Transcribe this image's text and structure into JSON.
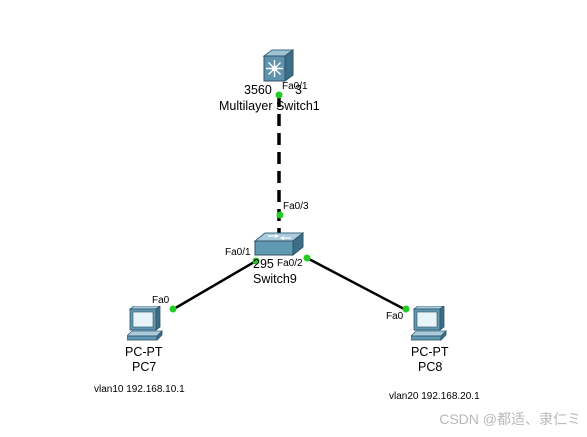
{
  "devices": {
    "multilayer_switch": {
      "model": "3560",
      "model_suffix": "3",
      "name": "Multilayer Switch1",
      "port": "Fa0/1"
    },
    "switch": {
      "model": "295",
      "name": "Switch9",
      "port_up": "Fa0/3",
      "port_left": "Fa0/1",
      "port_right": "Fa0/2"
    },
    "pc7": {
      "type": "PC-PT",
      "name": "PC7",
      "port": "Fa0",
      "note": "vlan10 192.168.10.1"
    },
    "pc8": {
      "type": "PC-PT",
      "name": "PC8",
      "port": "Fa0",
      "note": "vlan20 192.168.20.1"
    }
  },
  "links": [
    {
      "from": "multilayer_switch",
      "to": "switch",
      "style": "dashed",
      "endpoint_color": "green"
    },
    {
      "from": "switch",
      "to": "pc7",
      "style": "solid",
      "endpoint_color": "green"
    },
    {
      "from": "switch",
      "to": "pc8",
      "style": "solid",
      "endpoint_color": "green"
    }
  ],
  "watermark": "CSDN @都适、隶仁ミ",
  "colors": {
    "link": "#000000",
    "link_status": "#22cc22",
    "device_blue": "#5f8fa8",
    "background": "#ffffff"
  }
}
